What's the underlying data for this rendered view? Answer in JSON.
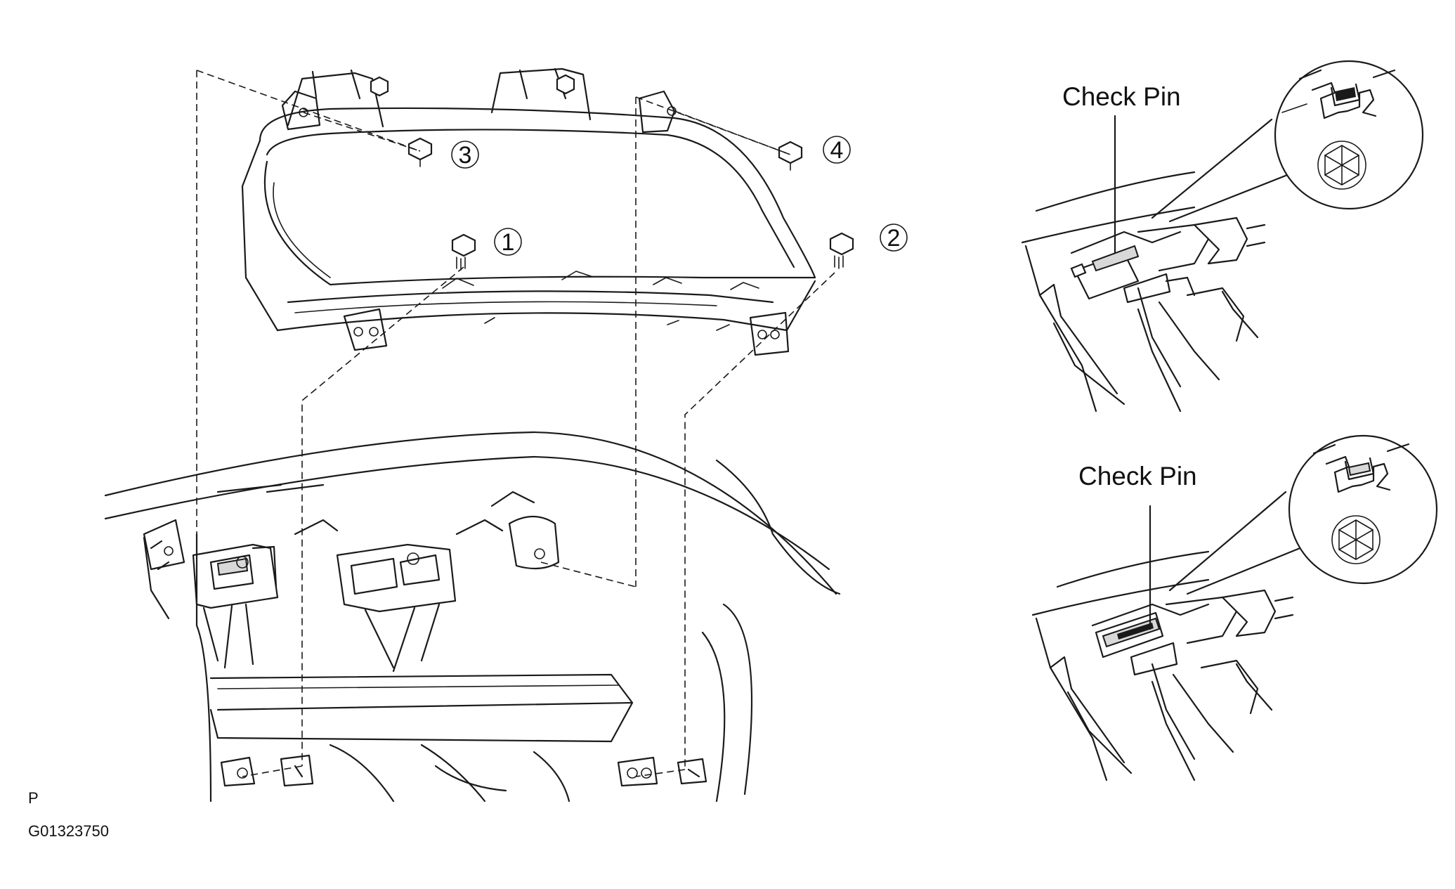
{
  "figure": {
    "callout_top": "Check Pin",
    "callout_bottom": "Check Pin",
    "bolts": [
      "1",
      "2",
      "3",
      "4"
    ],
    "corner_letter": "P",
    "figure_code": "G01323750"
  }
}
